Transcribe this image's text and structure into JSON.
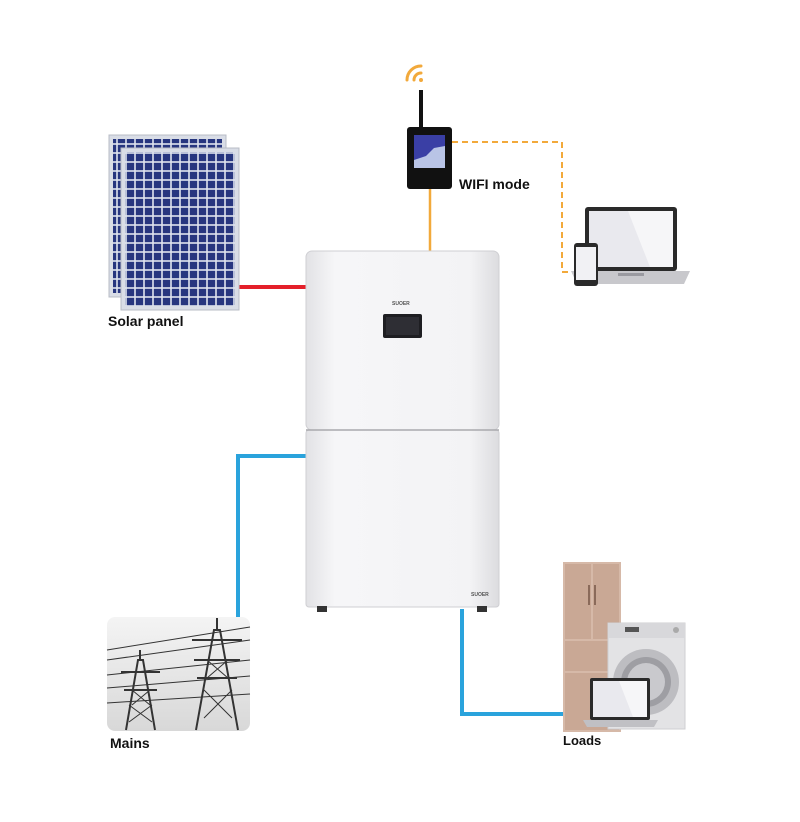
{
  "labels": {
    "solar_panel": "Solar panel",
    "wifi_mode": "WIFI mode",
    "mains": "Mains",
    "loads": "Loads",
    "brand": "SUOER"
  },
  "colors": {
    "solar_line": "#e4202a",
    "wifi_line": "#f2a93b",
    "grid_line": "#2aa3dc",
    "loads_line": "#2aa3dc",
    "panel_cell": "#2b3a8f",
    "inverter_body": "#f1f1f3"
  },
  "icons": [
    "solar-panel-icon",
    "wifi-dongle-icon",
    "wifi-signal-icon",
    "laptop-icon",
    "smartphone-icon",
    "inverter-icon",
    "power-tower-icon",
    "refrigerator-icon",
    "washing-machine-icon"
  ]
}
